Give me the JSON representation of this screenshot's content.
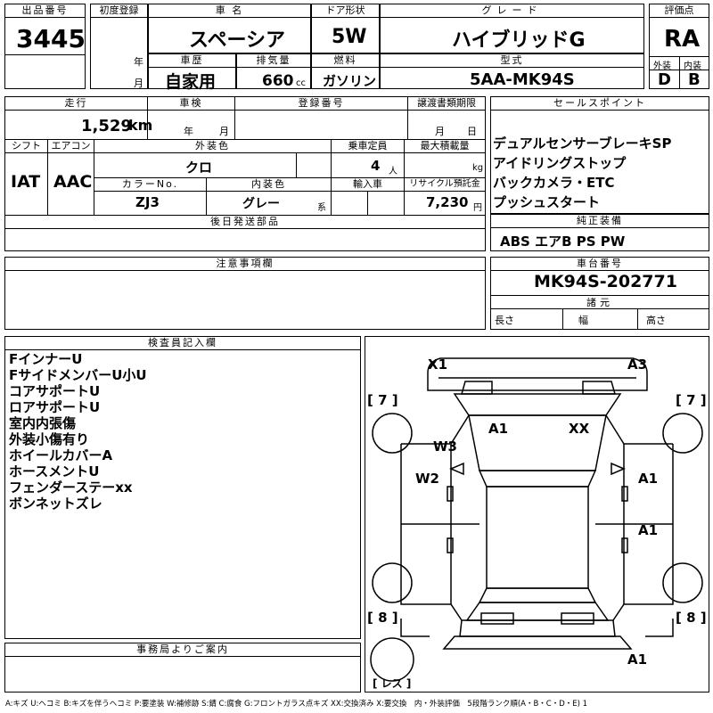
{
  "header": {
    "lot_label": "出品番号",
    "lot_value": "3445",
    "first_reg_label": "初度登録",
    "year_unit": "年",
    "month_unit": "月",
    "car_name_label": "車 名",
    "car_name_value": "スペーシア",
    "door_label": "ドア形状",
    "door_value": "5W",
    "grade_label": "グレード",
    "grade_value": "ハイブリッドG",
    "score_label": "評価点",
    "score_value": "RA",
    "history_label": "車歴",
    "history_value": "自家用",
    "displacement_label": "排気量",
    "displacement_value": "660",
    "displacement_unit": "cc",
    "fuel_label": "燃料",
    "fuel_value": "ガソリン",
    "model_label": "型式",
    "model_value": "5AA-MK94S",
    "exterior_label": "外装",
    "exterior_value": "D",
    "interior_label": "内装",
    "interior_value": "B"
  },
  "row2": {
    "mileage_label": "走行",
    "mileage_value": "1,529",
    "mileage_unit": "km",
    "inspection_label": "車検",
    "year_unit": "年",
    "month_unit": "月",
    "reg_no_label": "登録番号",
    "transfer_label": "譲渡書類期限",
    "transfer_month": "月",
    "transfer_day": "日",
    "shift_label": "シフト",
    "shift_value": "IAT",
    "ac_label": "エアコン",
    "ac_value": "AAC",
    "ext_color_label": "外装色",
    "ext_color_value": "クロ",
    "capacity_label": "乗車定員",
    "capacity_value": "4",
    "capacity_unit": "人",
    "max_load_label": "最大積載量",
    "max_load_unit": "kg",
    "color_no_label": "カラーNo.",
    "color_no_value": "ZJ3",
    "int_color_label": "内装色",
    "int_color_value": "グレー",
    "int_color_suffix": "系",
    "import_label": "輸入車",
    "recycle_label": "リサイクル預託金",
    "recycle_value": "7,230",
    "recycle_unit": "円",
    "parts_label": "後日発送部品"
  },
  "sales": {
    "label": "セールスポイント",
    "items": [
      "デュアルセンサーブレーキSP",
      "アイドリングストップ",
      "バックカメラ・ETC",
      "プッシュスタート"
    ]
  },
  "equipment": {
    "label": "純正装備",
    "value": "ABS エアB PS PW"
  },
  "notes": {
    "label": "注意事項欄"
  },
  "chassis": {
    "label": "車台番号",
    "value": "MK94S-202771"
  },
  "specs": {
    "label": "諸元",
    "length": "長さ",
    "width": "幅",
    "height": "高さ"
  },
  "inspector": {
    "label": "検査員記入欄",
    "items": [
      "FインナーU",
      "FサイドメンバーU小U",
      "コアサポートU",
      "ロアサポートU",
      "室内内張傷",
      "外装小傷有り",
      "ホイールカバーA",
      "ホースメントU",
      "フェンダーステーxx",
      "ボンネットズレ"
    ]
  },
  "office": {
    "label": "事務局よりご案内"
  },
  "diagram": {
    "marks": [
      "X1",
      "A3",
      "A1",
      "XX",
      "W3",
      "W2",
      "A1",
      "A1",
      "A1"
    ],
    "tires": [
      "7",
      "7",
      "8",
      "8"
    ],
    "spare": "レス"
  },
  "legend": "A:キズ U:ヘコミ B:キズを伴うヘコミ P:要塗装 W:補修跡 S:錆 C:腐食 G:フロントガラス点キズ XX:交換済み X:要交換　内・外装評価　5段階ランク順(A・B・C・D・E) 1"
}
